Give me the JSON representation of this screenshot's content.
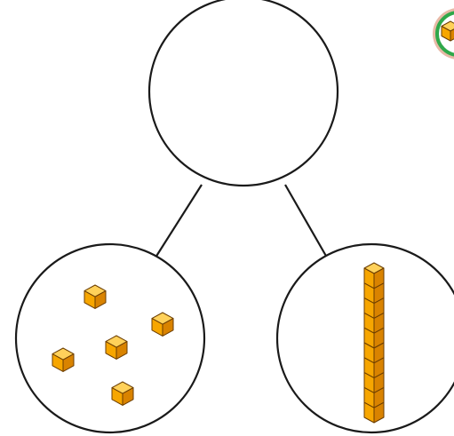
{
  "diagram": {
    "type": "number-bond",
    "whole": {
      "value": ""
    },
    "parts": [
      {
        "label": "left-part",
        "ones_cubes": 5,
        "tens_rods": 0
      },
      {
        "label": "right-part",
        "ones_cubes": 0,
        "tens_rods": 1,
        "cubes_per_rod": 10
      }
    ]
  },
  "colors": {
    "outline": "#1a1a1a",
    "cube_front": "#f7a600",
    "cube_top": "#ffd15a",
    "cube_side": "#d98300",
    "cube_edge": "#6b3d00",
    "badge_outer": "#e7b9a6",
    "badge_ring": "#2fa84a",
    "badge_cube": "#f39c12"
  },
  "icons": [
    "ones-cube-icon",
    "tens-rod-icon",
    "base-ten-badge-icon"
  ]
}
